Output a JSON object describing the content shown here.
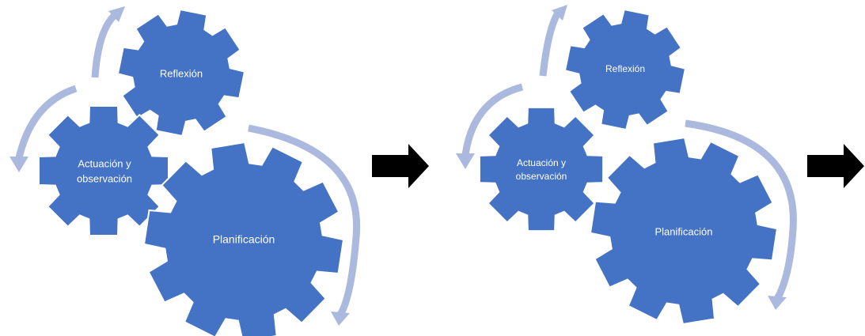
{
  "cycles": [
    {
      "reflection_label": "Reflexión",
      "action_label_line1": "Actuación y",
      "action_label_line2": "observación",
      "planning_label": "Planificación"
    },
    {
      "reflection_label": "Reflexión",
      "action_label_line1": "Actuación y",
      "action_label_line2": "observación",
      "planning_label": "Planificación"
    }
  ],
  "colors": {
    "gear": "#4472c4",
    "cycle_arrow": "#aab9dd",
    "flow_arrow": "#000000",
    "label": "#ffffff"
  },
  "icons": {
    "gear": "gear-icon",
    "cycle_arrow": "curved-arrow-icon",
    "flow_arrow": "right-arrow-icon"
  }
}
